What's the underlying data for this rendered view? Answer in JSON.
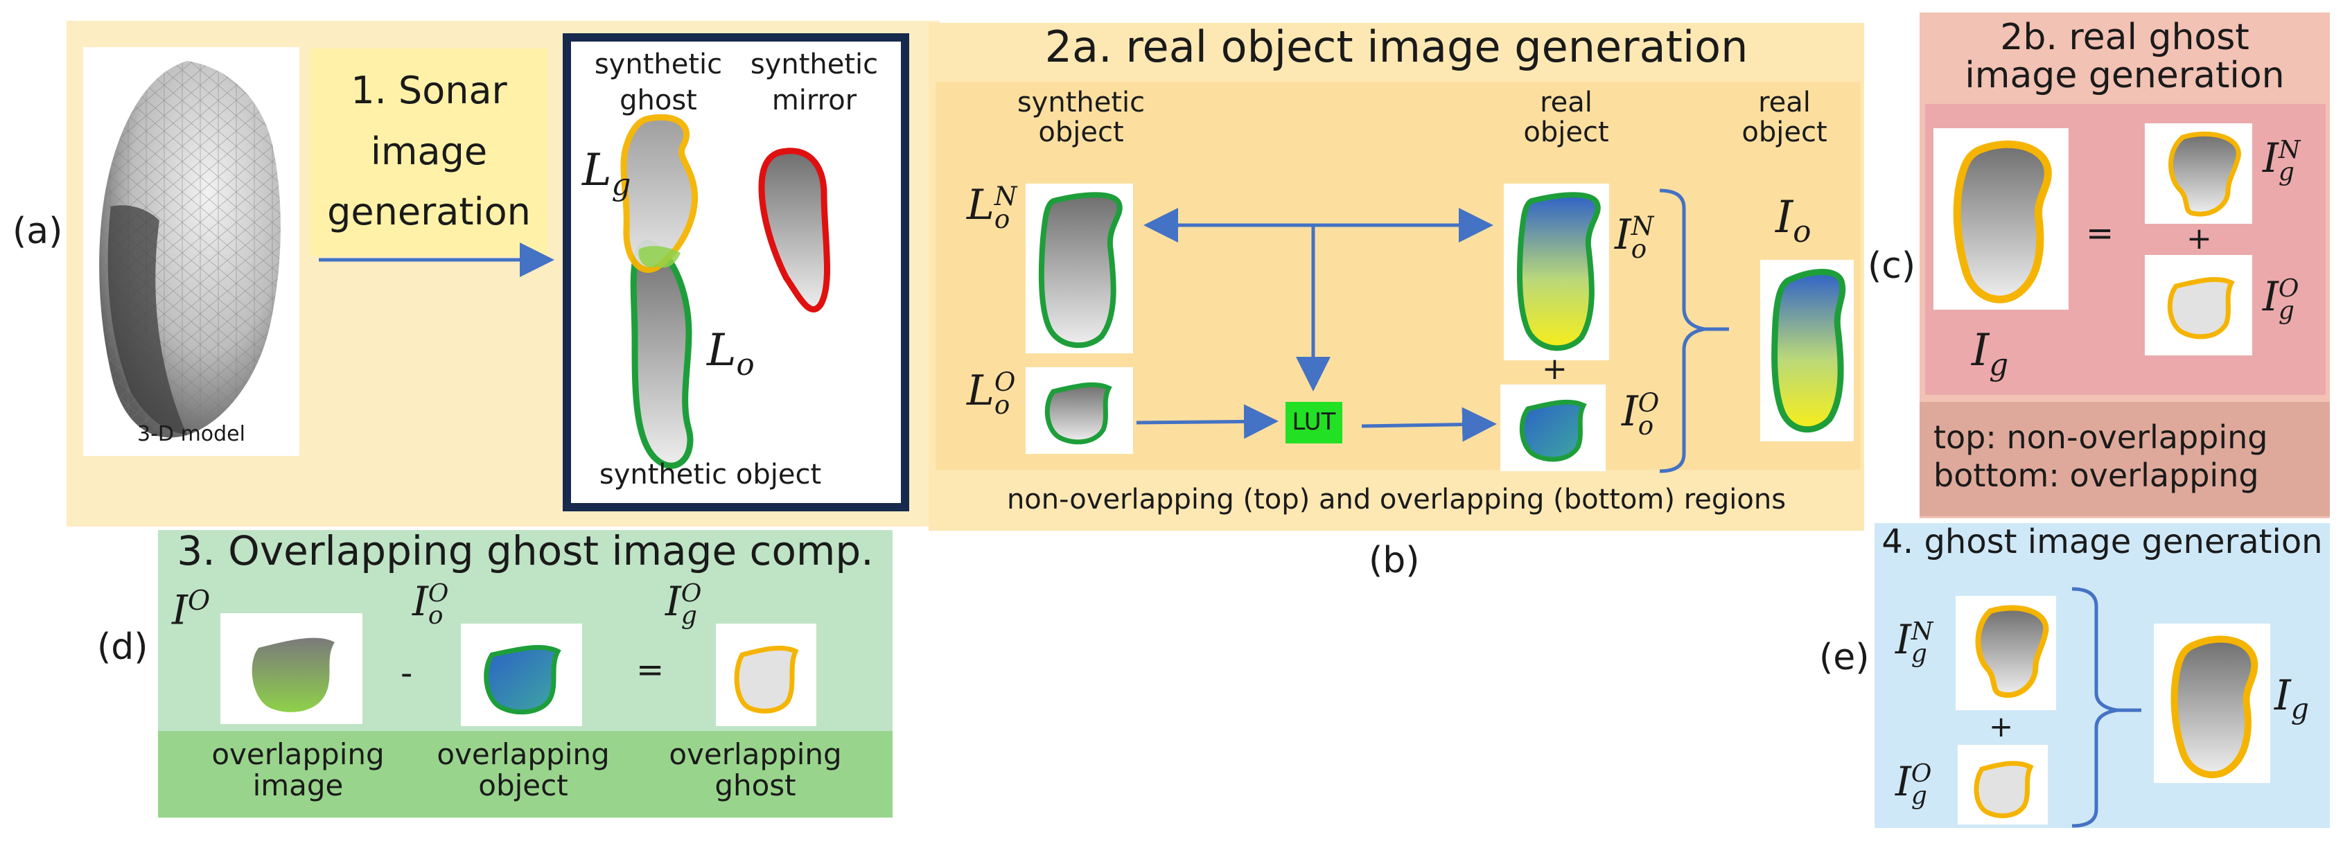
{
  "colors": {
    "panel_a_bg": "#fdedc2",
    "panel_a_title_bg": "#fff2a8",
    "panel_b_bg": "#fce3a8",
    "panel_c_bg": "#f2c2b4",
    "panel_c_inner": "#eba9ab",
    "panel_d_bg": "#bfe3c5",
    "panel_d_bottom": "#99d48c",
    "panel_e_bg": "#cfe8f7",
    "arrow": "#4472c4",
    "ghost_outline": "#f5b400",
    "object_outline": "#1e9e3a",
    "mirror_outline": "#e01010",
    "lut": "#22e024"
  },
  "icons": [
    "3d-mesh-model",
    "sonar-shape-blob"
  ],
  "labels": {
    "a": "(a)",
    "b": "(b)",
    "c": "(c)",
    "d": "(d)",
    "e": "(e)"
  },
  "panel_a": {
    "title_line1": "1. Sonar",
    "title_line2": "image",
    "title_line3": "generation",
    "model_caption": "3-D model",
    "synthetic_ghost_1": "synthetic",
    "synthetic_ghost_2": "ghost",
    "synthetic_mirror_1": "synthetic",
    "synthetic_mirror_2": "mirror",
    "synthetic_object": "synthetic object",
    "Lg": {
      "base": "L",
      "sub": "g"
    },
    "Lo": {
      "base": "L",
      "sub": "o"
    }
  },
  "panel_b": {
    "title": "2a. real object image generation",
    "synthetic_object_1": "synthetic",
    "synthetic_object_2": "object",
    "real_object_1": "real",
    "real_object_2": "object",
    "real_object2_1": "real",
    "real_object2_2": "object",
    "LoN": {
      "base": "L",
      "sup": "N",
      "sub": "o"
    },
    "LoO": {
      "base": "L",
      "sup": "O",
      "sub": "o"
    },
    "IoN": {
      "base": "I",
      "sup": "N",
      "sub": "o"
    },
    "IoO": {
      "base": "I",
      "sup": "O",
      "sub": "o"
    },
    "Io": {
      "base": "I",
      "sub": "o"
    },
    "lut": "LUT",
    "plus": "+",
    "caption": "non-overlapping (top) and overlapping (bottom) regions"
  },
  "panel_c": {
    "title_1": "2b. real ghost",
    "title_2": "image generation",
    "equals": "=",
    "plus": "+",
    "IgN": {
      "base": "I",
      "sup": "N",
      "sub": "g"
    },
    "IgO": {
      "base": "I",
      "sup": "O",
      "sub": "g"
    },
    "Ig": {
      "base": "I",
      "sub": "g"
    },
    "note_1": "top: non-overlapping",
    "note_2": "bottom: overlapping"
  },
  "panel_d": {
    "title": "3. Overlapping ghost image comp.",
    "IO": {
      "base": "I",
      "sup": "O"
    },
    "IoO": {
      "base": "I",
      "sup": "O",
      "sub": "o"
    },
    "IgO": {
      "base": "I",
      "sup": "O",
      "sub": "g"
    },
    "minus": "-",
    "equals": "=",
    "cap1_1": "overlapping",
    "cap1_2": "image",
    "cap2_1": "overlapping",
    "cap2_2": "object",
    "cap3_1": "overlapping",
    "cap3_2": "ghost"
  },
  "panel_e": {
    "title": "4. ghost image generation",
    "IgN": {
      "base": "I",
      "sup": "N",
      "sub": "g"
    },
    "IgO": {
      "base": "I",
      "sup": "O",
      "sub": "g"
    },
    "Ig": {
      "base": "I",
      "sub": "g"
    },
    "plus": "+"
  }
}
